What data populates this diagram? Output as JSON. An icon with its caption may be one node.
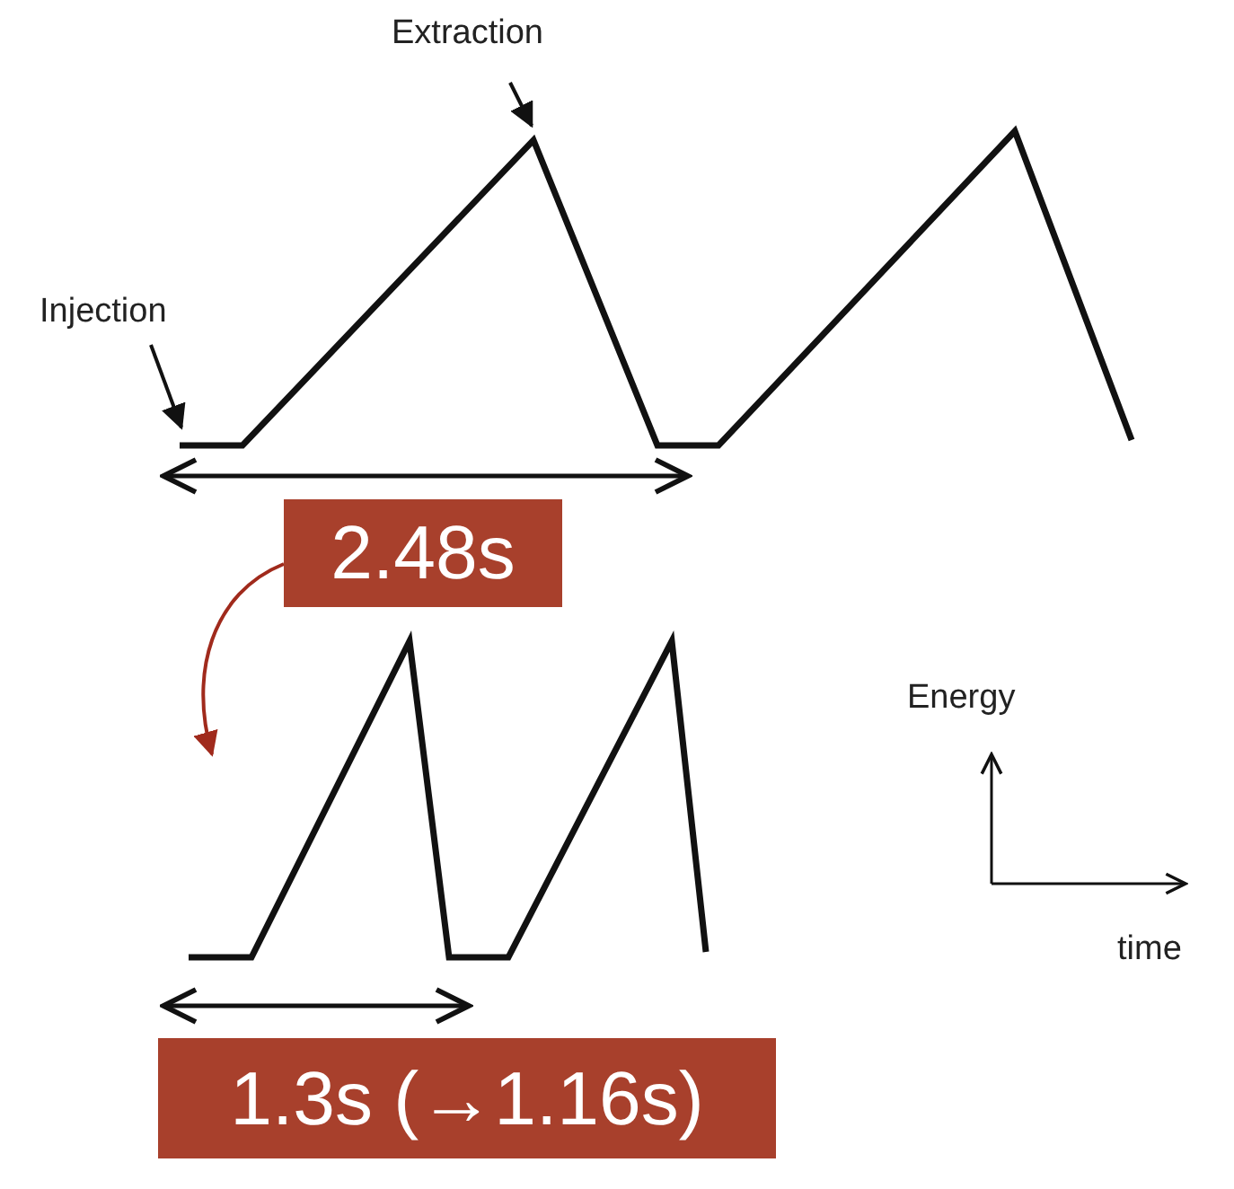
{
  "diagram": {
    "nodes": [
      {
        "text": [],
        "shape": "picture"
      },
      {
        "text": [
          "2.48s"
        ]
      },
      {
        "text": [],
        "shape": "picture"
      },
      {
        "text": [
          "1.3s (→1.16s)"
        ]
      },
      {
        "text": [
          "Injection"
        ]
      },
      {
        "text": [
          "Extraction"
        ]
      }
    ],
    "edges": [
      {
        "from": 1,
        "to": 2,
        "arrow": "to",
        "color": "#a02a1c"
      },
      {
        "from": 4,
        "to": 0,
        "arrow": "to"
      },
      {
        "from": 5,
        "to": 0,
        "arrow": "to"
      }
    ],
    "labels": [
      "Energy",
      "time"
    ]
  }
}
